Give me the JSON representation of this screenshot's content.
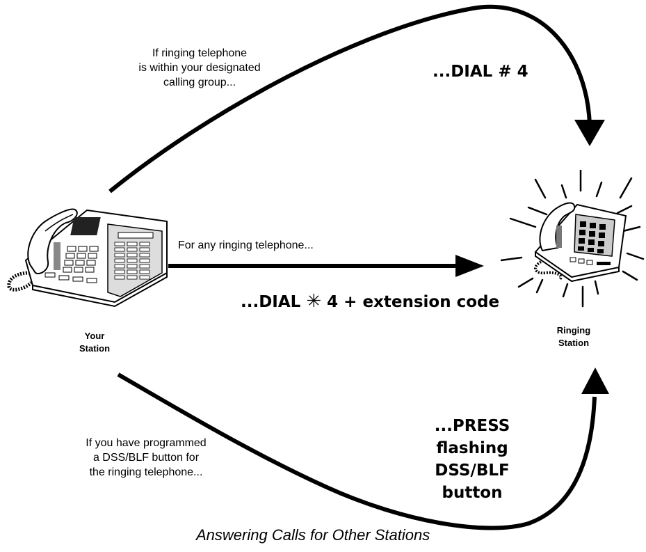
{
  "texts": {
    "group_note": [
      "If ringing telephone",
      "is within your designated",
      "calling group..."
    ],
    "dial_group": "...DIAL # 4",
    "any_note": "For any ringing telephone...",
    "dial_any_prefix": "...DIAL",
    "dial_any_star": "✳",
    "dial_any_suffix": "4 + extension code",
    "your_station": [
      "Your",
      "Station"
    ],
    "ringing_station": [
      "Ringing",
      "Station"
    ],
    "dss_note": [
      "If you have programmed",
      "a DSS/BLF button for",
      "the ringing telephone..."
    ],
    "press": [
      "...PRESS",
      "flashing",
      "DSS/BLF",
      "button"
    ],
    "caption": "Answering Calls for Other Stations"
  },
  "icons": [
    "desk-telephone-icon",
    "ringing-telephone-icon"
  ]
}
